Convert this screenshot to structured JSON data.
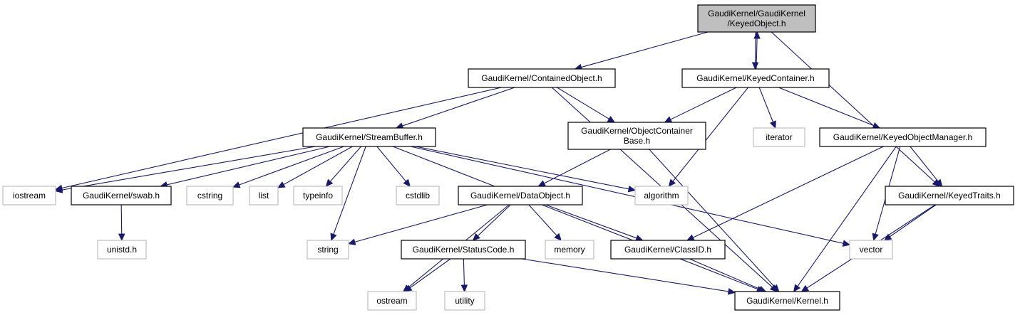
{
  "diagram": {
    "title": "Include dependency graph for GaudiKernel/GaudiKernel/KeyedObject.h",
    "colors": {
      "edge": "#191970",
      "root_fill": "#bfbfbf",
      "project_border": "#000000",
      "system_border": "#bfbfbf"
    },
    "nodes": [
      {
        "id": "keyedobject",
        "kind": "root",
        "lines": [
          "GaudiKernel/GaudiKernel",
          "/KeyedObject.h"
        ]
      },
      {
        "id": "containedobject",
        "kind": "project",
        "lines": [
          "GaudiKernel/ContainedObject.h"
        ]
      },
      {
        "id": "keyedcontainer",
        "kind": "project",
        "lines": [
          "GaudiKernel/KeyedContainer.h"
        ]
      },
      {
        "id": "streambuffer",
        "kind": "project",
        "lines": [
          "GaudiKernel/StreamBuffer.h"
        ]
      },
      {
        "id": "objectcontainerbase",
        "kind": "project",
        "lines": [
          "GaudiKernel/ObjectContainer",
          "Base.h"
        ]
      },
      {
        "id": "iterator",
        "kind": "system",
        "lines": [
          "iterator"
        ]
      },
      {
        "id": "keyedobjectmanager",
        "kind": "project",
        "lines": [
          "GaudiKernel/KeyedObjectManager.h"
        ]
      },
      {
        "id": "iostream",
        "kind": "system",
        "lines": [
          "iostream"
        ]
      },
      {
        "id": "swab",
        "kind": "project",
        "lines": [
          "GaudiKernel/swab.h"
        ]
      },
      {
        "id": "cstring",
        "kind": "system",
        "lines": [
          "cstring"
        ]
      },
      {
        "id": "list",
        "kind": "system",
        "lines": [
          "list"
        ]
      },
      {
        "id": "typeinfo",
        "kind": "system",
        "lines": [
          "typeinfo"
        ]
      },
      {
        "id": "cstdlib",
        "kind": "system",
        "lines": [
          "cstdlib"
        ]
      },
      {
        "id": "dataobject",
        "kind": "project",
        "lines": [
          "GaudiKernel/DataObject.h"
        ]
      },
      {
        "id": "algorithm",
        "kind": "system",
        "lines": [
          "algorithm"
        ]
      },
      {
        "id": "keyedtraits",
        "kind": "project",
        "lines": [
          "GaudiKernel/KeyedTraits.h"
        ]
      },
      {
        "id": "unistd",
        "kind": "system",
        "lines": [
          "unistd.h"
        ]
      },
      {
        "id": "string",
        "kind": "system",
        "lines": [
          "string"
        ]
      },
      {
        "id": "statuscode",
        "kind": "project",
        "lines": [
          "GaudiKernel/StatusCode.h"
        ]
      },
      {
        "id": "memory",
        "kind": "system",
        "lines": [
          "memory"
        ]
      },
      {
        "id": "classid",
        "kind": "project",
        "lines": [
          "GaudiKernel/ClassID.h"
        ]
      },
      {
        "id": "vector",
        "kind": "system",
        "lines": [
          "vector"
        ]
      },
      {
        "id": "ostream",
        "kind": "system",
        "lines": [
          "ostream"
        ]
      },
      {
        "id": "utility",
        "kind": "system",
        "lines": [
          "utility"
        ]
      },
      {
        "id": "kernel",
        "kind": "project",
        "lines": [
          "GaudiKernel/Kernel.h"
        ]
      }
    ],
    "edges": [
      {
        "from": "keyedobject",
        "to": "containedobject"
      },
      {
        "from": "keyedobject",
        "to": "keyedcontainer"
      },
      {
        "from": "keyedcontainer",
        "to": "keyedobject"
      },
      {
        "from": "keyedobject",
        "to": "keyedtraits"
      },
      {
        "from": "containedobject",
        "to": "streambuffer"
      },
      {
        "from": "containedobject",
        "to": "iostream"
      },
      {
        "from": "containedobject",
        "to": "objectcontainerbase"
      },
      {
        "from": "containedobject",
        "to": "kernel"
      },
      {
        "from": "keyedcontainer",
        "to": "objectcontainerbase"
      },
      {
        "from": "keyedcontainer",
        "to": "algorithm"
      },
      {
        "from": "keyedcontainer",
        "to": "iterator"
      },
      {
        "from": "keyedcontainer",
        "to": "keyedobjectmanager"
      },
      {
        "from": "streambuffer",
        "to": "iostream"
      },
      {
        "from": "streambuffer",
        "to": "swab"
      },
      {
        "from": "streambuffer",
        "to": "cstring"
      },
      {
        "from": "streambuffer",
        "to": "list"
      },
      {
        "from": "streambuffer",
        "to": "typeinfo"
      },
      {
        "from": "streambuffer",
        "to": "string"
      },
      {
        "from": "streambuffer",
        "to": "cstdlib"
      },
      {
        "from": "streambuffer",
        "to": "algorithm"
      },
      {
        "from": "streambuffer",
        "to": "vector"
      },
      {
        "from": "streambuffer",
        "to": "kernel"
      },
      {
        "from": "objectcontainerbase",
        "to": "dataobject"
      },
      {
        "from": "objectcontainerbase",
        "to": "kernel"
      },
      {
        "from": "keyedobjectmanager",
        "to": "classid"
      },
      {
        "from": "keyedobjectmanager",
        "to": "vector"
      },
      {
        "from": "keyedobjectmanager",
        "to": "keyedtraits"
      },
      {
        "from": "keyedobjectmanager",
        "to": "kernel"
      },
      {
        "from": "swab",
        "to": "unistd"
      },
      {
        "from": "dataobject",
        "to": "string"
      },
      {
        "from": "dataobject",
        "to": "ostream"
      },
      {
        "from": "dataobject",
        "to": "statuscode"
      },
      {
        "from": "dataobject",
        "to": "memory"
      },
      {
        "from": "dataobject",
        "to": "classid"
      },
      {
        "from": "keyedtraits",
        "to": "vector"
      },
      {
        "from": "keyedtraits",
        "to": "kernel"
      },
      {
        "from": "statuscode",
        "to": "ostream"
      },
      {
        "from": "statuscode",
        "to": "utility"
      },
      {
        "from": "statuscode",
        "to": "kernel"
      },
      {
        "from": "classid",
        "to": "kernel"
      }
    ]
  }
}
